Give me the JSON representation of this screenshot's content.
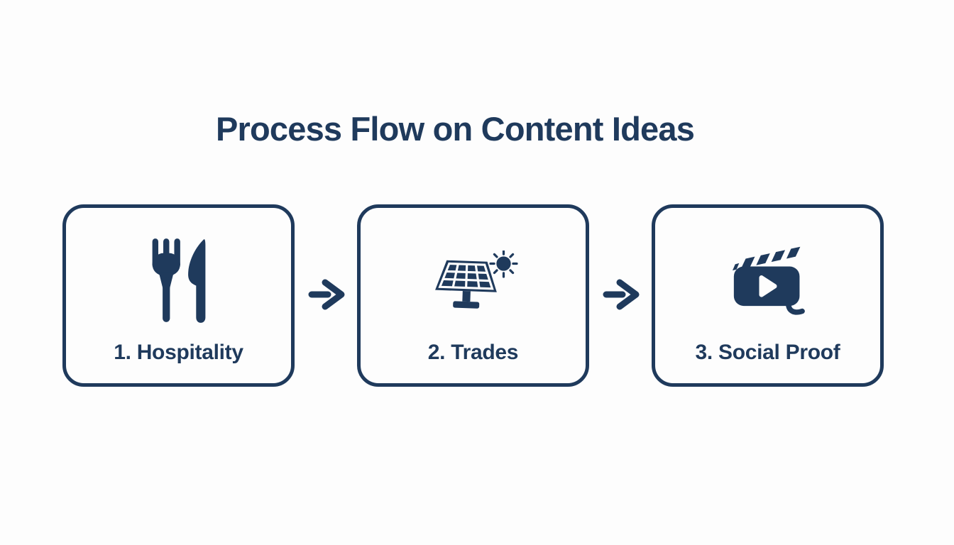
{
  "page": {
    "background_color": "#fdfdfd",
    "accent_color": "#1f3a5c"
  },
  "title": "Process Flow on Content Ideas",
  "steps": [
    {
      "label": "1. Hospitality",
      "icon": "utensils-icon"
    },
    {
      "label": "2. Trades",
      "icon": "solar-panel-sun-icon"
    },
    {
      "label": "3. Social Proof",
      "icon": "video-clapperboard-icon"
    }
  ],
  "connectors": [
    {
      "icon": "arrow-right-icon"
    },
    {
      "icon": "arrow-right-icon"
    }
  ]
}
